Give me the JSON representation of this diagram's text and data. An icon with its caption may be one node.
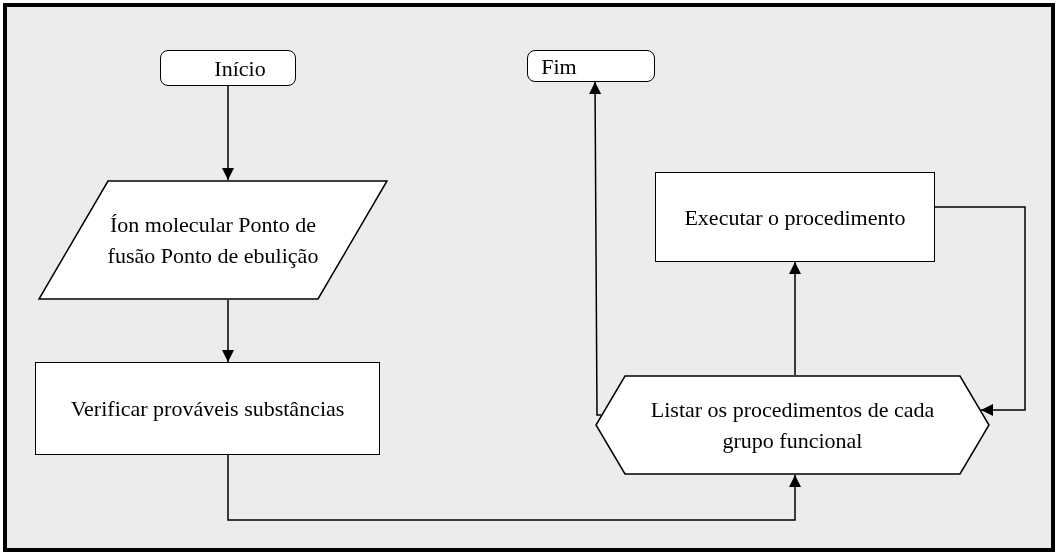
{
  "diagram": {
    "nodes": [
      {
        "text": [
          "Início"
        ]
      },
      {
        "text": [
          "Fim"
        ]
      },
      {
        "text": [
          "Íon molecular Ponto de fusão Ponto de ebulição"
        ]
      },
      {
        "text": [
          "Executar o procedimento"
        ]
      },
      {
        "text": [
          "Verificar prováveis substâncias"
        ]
      },
      {
        "text": [
          "Listar os procedimentos de cada grupo funcional"
        ]
      }
    ],
    "edges": [
      {
        "from": 0,
        "to": 2,
        "arrow": "to"
      },
      {
        "from": 2,
        "to": 4,
        "arrow": "to"
      },
      {
        "from": 4,
        "to": 5,
        "arrow": "to"
      },
      {
        "from": 5,
        "to": 3,
        "arrow": "to"
      },
      {
        "from": 3,
        "to": 5,
        "arrow": "to"
      },
      {
        "from": 5,
        "to": 1,
        "arrow": "to"
      }
    ]
  }
}
